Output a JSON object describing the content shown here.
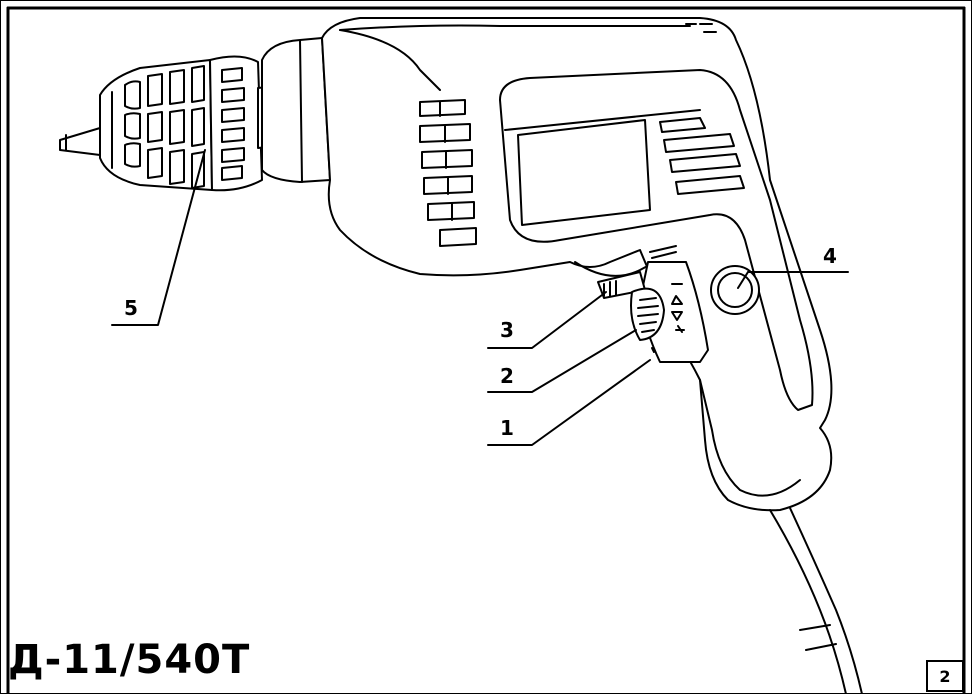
{
  "diagram": {
    "model_label": "Д-11/540T",
    "page_number": "2",
    "callouts": [
      {
        "id": "1",
        "text": "1"
      },
      {
        "id": "2",
        "text": "2"
      },
      {
        "id": "3",
        "text": "3"
      },
      {
        "id": "4",
        "text": "4"
      },
      {
        "id": "5",
        "text": "5"
      }
    ]
  }
}
